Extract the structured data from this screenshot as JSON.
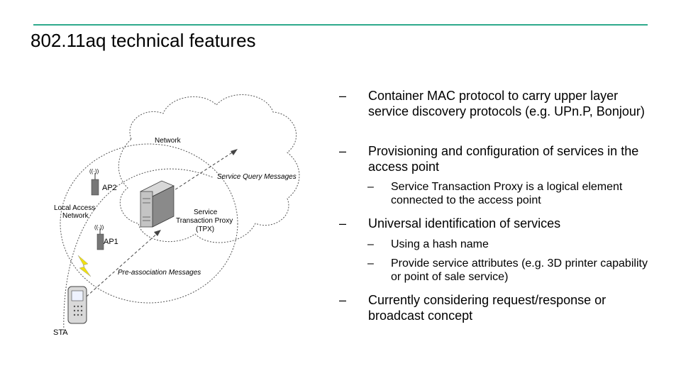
{
  "slide": {
    "title": "802.11aq technical features",
    "accent_color": "#2eaa8c"
  },
  "diagram": {
    "labels": {
      "network": "Network",
      "service_query": "Service Query Messages",
      "ap2": "AP2",
      "local_access_network": [
        "Local Access",
        "Network"
      ],
      "service_proxy": [
        "Service",
        "Transaction Proxy",
        "(TPX)"
      ],
      "ap1": "AP1",
      "pre_association": "Pre-association Messages",
      "sta": "STA"
    },
    "icons": [
      "cloud-icon",
      "server-icon",
      "access-point-icon",
      "lightning-icon",
      "mobile-phone-icon"
    ]
  },
  "bullets": [
    {
      "level": 1,
      "dash": "–",
      "text": "Container MAC protocol to carry upper layer service discovery protocols (e.g. UPn.P, Bonjour)"
    },
    {
      "level": 1,
      "dash": "–",
      "text": "Provisioning and configuration of services in the access point"
    },
    {
      "level": 2,
      "dash": "–",
      "text": "Service Transaction Proxy is a logical element connected to the access point"
    },
    {
      "level": 1,
      "dash": "–",
      "text": "Universal identification of services"
    },
    {
      "level": 2,
      "dash": "–",
      "text": "Using a hash name"
    },
    {
      "level": 2,
      "dash": "–",
      "text": "Provide service attributes (e.g. 3D printer capability or point of sale service)"
    },
    {
      "level": 1,
      "dash": "–",
      "text": "Currently considering request/response or broadcast concept"
    }
  ]
}
